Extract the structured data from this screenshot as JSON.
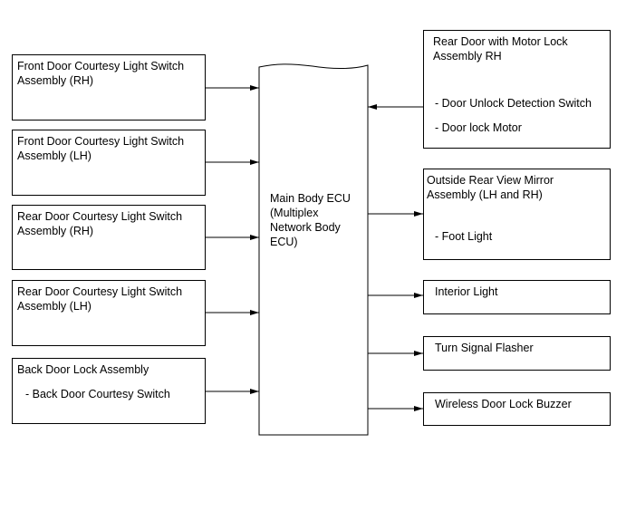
{
  "ecu": {
    "label": "Main Body ECU\n(Multiplex\nNetwork Body\nECU)"
  },
  "inputs": [
    {
      "title": "Front Door Courtesy Light Switch\nAssembly (RH)"
    },
    {
      "title": "Front Door Courtesy Light Switch\nAssembly (LH)"
    },
    {
      "title": "Rear Door Courtesy Light Switch\nAssembly (RH)"
    },
    {
      "title": "Rear Door Courtesy Light Switch\nAssembly (LH)"
    },
    {
      "title": "Back Door Lock Assembly",
      "sub1": "- Back Door Courtesy Switch"
    }
  ],
  "rear_door": {
    "title": "Rear Door with Motor Lock\nAssembly RH",
    "sub1": "- Door Unlock Detection Switch",
    "sub2": "- Door lock Motor"
  },
  "outputs": [
    {
      "title": "Outside Rear View Mirror\nAssembly (LH and RH)",
      "sub1": "- Foot Light"
    },
    {
      "title": "Interior Light"
    },
    {
      "title": "Turn Signal Flasher"
    },
    {
      "title": "Wireless Door Lock Buzzer"
    }
  ]
}
